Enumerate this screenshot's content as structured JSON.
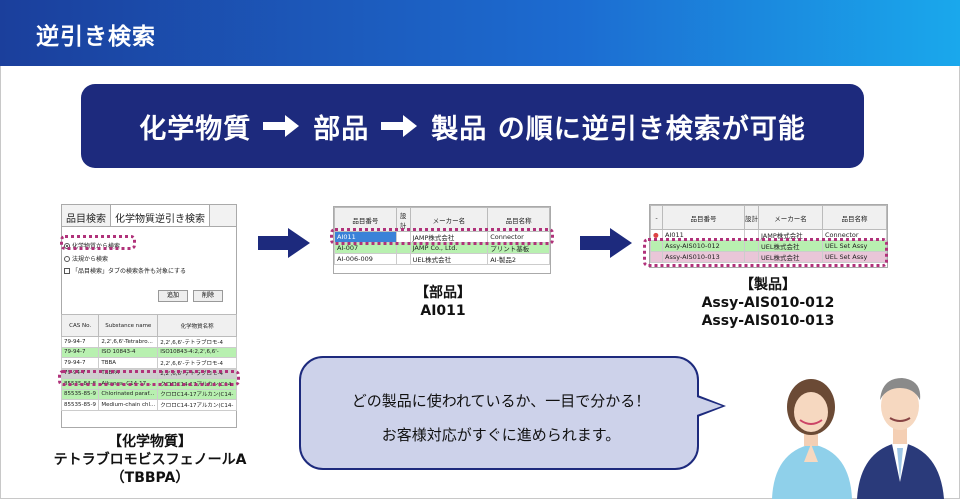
{
  "header": {
    "title": "逆引き検索"
  },
  "banner": {
    "part1": "化学物質",
    "part2": "部品",
    "part3": "製品 の順に逆引き検索が可能"
  },
  "panel1": {
    "tabs": [
      "品目検索",
      "化学物質逆引き検索"
    ],
    "options": [
      "化学物質から検索",
      "法規から検索",
      "「品目検索」タブの検索条件も対象にする"
    ],
    "buttons": {
      "add": "追加",
      "delete": "削除"
    },
    "columns": [
      "CAS No.",
      "Substance name",
      "化学物質名称"
    ],
    "rows": [
      [
        "79-94-7",
        "2,2',6,6'-Tetrabro...",
        "2,2',6,6'-テトラブロモ-4"
      ],
      [
        "79-94-7",
        "ISO 10843-4",
        "ISO10843-4:2,2',6,6'-"
      ],
      [
        "79-94-7",
        "TBBA",
        "2,2',6,6'-テトラブロモ-4"
      ],
      [
        "79-94-7",
        "TBBPA",
        "2,2',6,6'-テトラブロモ-4"
      ],
      [
        "85535-84-8",
        "Alkanes, C14-17...",
        "クロロC14-17アルカン(C14-"
      ],
      [
        "85535-85-9",
        "Chlorinated paraf...",
        "クロロC14-17アルカン(C14-"
      ],
      [
        "85535-85-9",
        "Medium-chain chl...",
        "クロロC14-17アルカン(C14-"
      ]
    ],
    "caption": [
      "【化学物質】",
      "テトラブロモビスフェノールA",
      "（TBBPA）"
    ]
  },
  "panel2": {
    "columns": [
      "品目番号",
      "設計",
      "メーカー名",
      "品目名称"
    ],
    "rows": [
      [
        "AI011",
        "",
        "JAMP株式会社",
        "Connector"
      ],
      [
        "AI-007",
        "",
        "JAMP Co., Ltd.",
        "プリント基板"
      ],
      [
        "AI-006-009",
        "",
        "UEL株式会社",
        "AI-製品2"
      ]
    ],
    "caption": [
      "【部品】",
      "AI011"
    ]
  },
  "panel3": {
    "columns": [
      "-",
      "品目番号",
      "設計",
      "メーカー名",
      "品目名称"
    ],
    "rows": [
      [
        "",
        "AI011",
        "",
        "JAMP株式会社",
        "Connector"
      ],
      [
        "",
        "Assy-AIS010-012",
        "",
        "UEL株式会社",
        "UEL Set Assy"
      ],
      [
        "",
        "Assy-AIS010-013",
        "",
        "UEL株式会社",
        "UEL Set Assy"
      ]
    ],
    "caption": [
      "【製品】",
      "Assy-AIS010-012",
      "Assy-AIS010-013"
    ]
  },
  "bubble": {
    "line1": "どの製品に使われているか、一目で分かる！",
    "line2": "お客様対応がすぐに進められます。"
  },
  "colors": {
    "navy": "#1d2a7d",
    "highlight": "#b0327a",
    "green_row": "#b8f0b0",
    "pink_row": "#e9c6d8"
  }
}
